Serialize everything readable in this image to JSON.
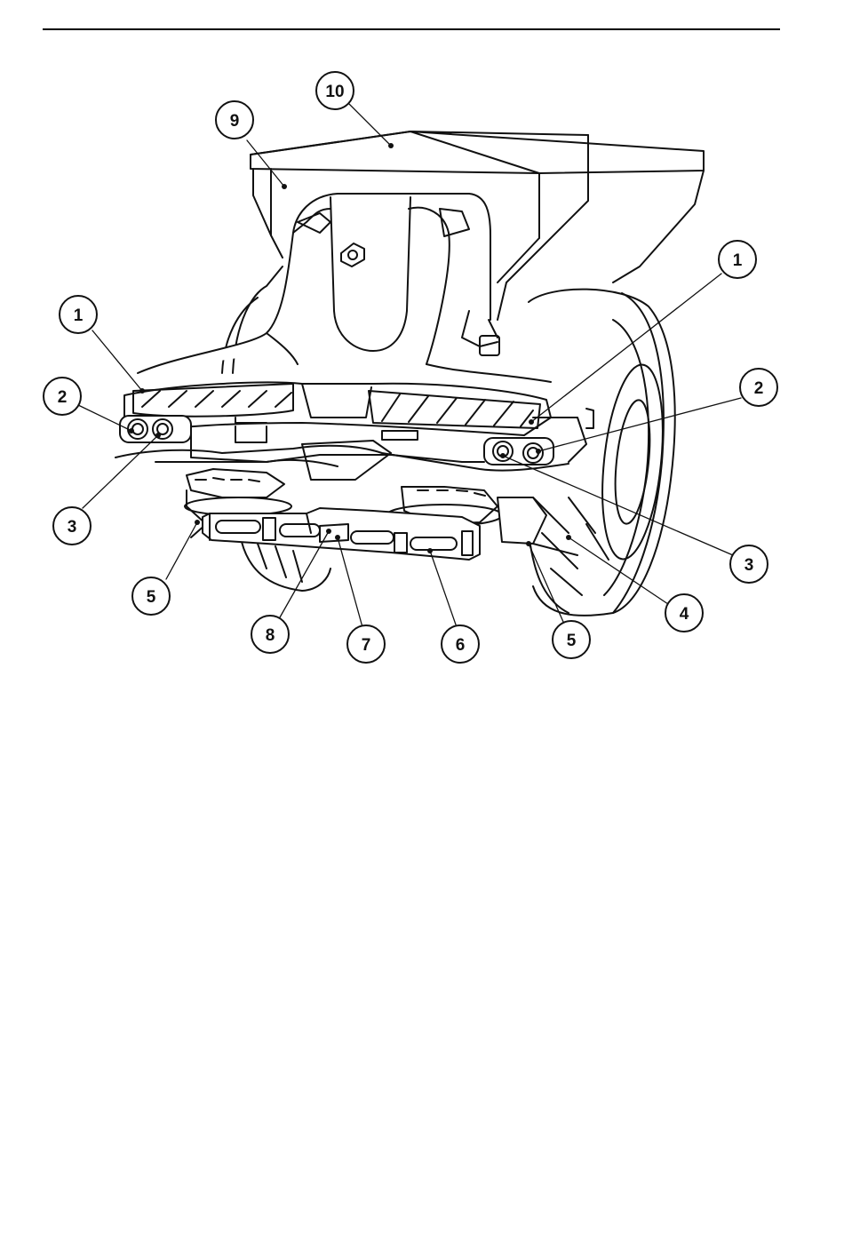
{
  "colors": {
    "line": "#111111",
    "paper": "#ffffff"
  },
  "callouts": [
    {
      "id": "c10",
      "label": "10"
    },
    {
      "id": "c9",
      "label": "9"
    },
    {
      "id": "c1a",
      "label": "1"
    },
    {
      "id": "c1b",
      "label": "1"
    },
    {
      "id": "c2a",
      "label": "2"
    },
    {
      "id": "c2b",
      "label": "2"
    },
    {
      "id": "c3a",
      "label": "3"
    },
    {
      "id": "c3b",
      "label": "3"
    },
    {
      "id": "c4",
      "label": "4"
    },
    {
      "id": "c5a",
      "label": "5"
    },
    {
      "id": "c5b",
      "label": "5"
    },
    {
      "id": "c6",
      "label": "6"
    },
    {
      "id": "c7",
      "label": "7"
    },
    {
      "id": "c8",
      "label": "8"
    }
  ]
}
